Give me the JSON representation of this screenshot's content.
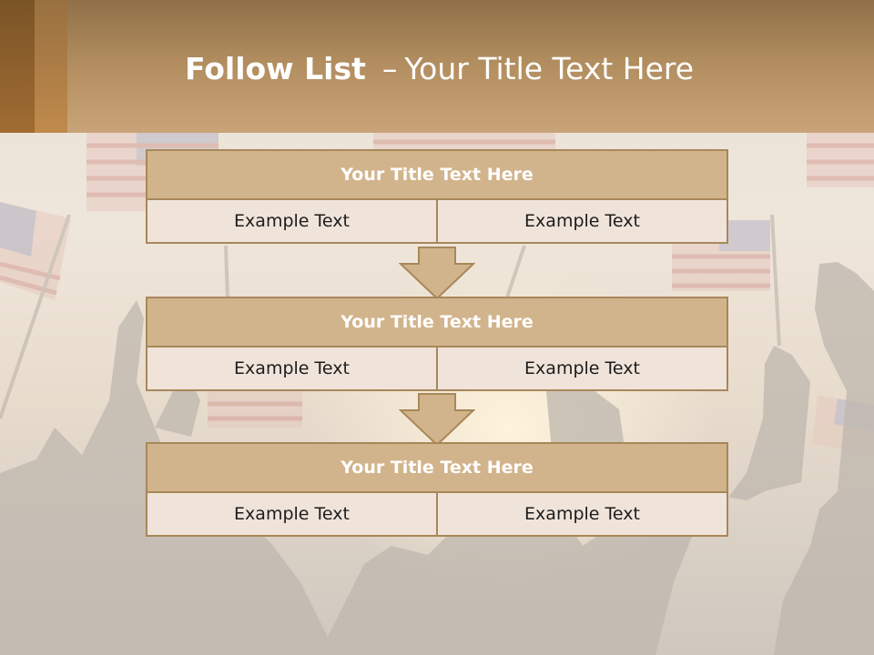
{
  "slide": {
    "title_bold": "Follow List",
    "title_separator": "–",
    "title_rest": "Your Title Text Here"
  },
  "flow": [
    {
      "title": "Your Title Text Here",
      "left": "Example Text",
      "right": "Example Text"
    },
    {
      "title": "Your Title Text Here",
      "left": "Example Text",
      "right": "Example Text"
    },
    {
      "title": "Your Title Text Here",
      "left": "Example Text",
      "right": "Example Text"
    }
  ],
  "colors": {
    "header": "#b08c5e",
    "box_title": "#d2b48c",
    "box_cell": "#f0e4da",
    "border": "#a8875a"
  },
  "background_image": "crowd-with-flags-silhouette"
}
